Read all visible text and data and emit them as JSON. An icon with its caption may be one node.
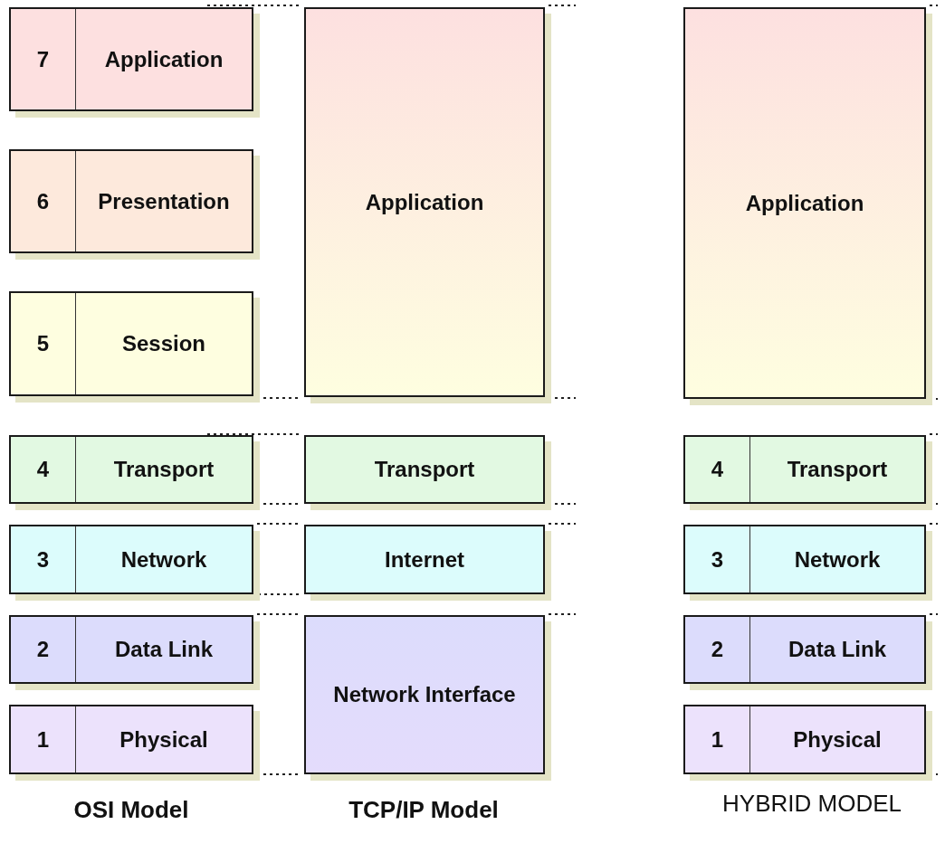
{
  "diagram": {
    "nodes": [
      {
        "text": [
          "7",
          "Application"
        ]
      },
      {
        "text": [
          "6",
          "Presentation"
        ]
      },
      {
        "text": [
          "5",
          "Session"
        ]
      },
      {
        "text": [
          "4",
          "Transport"
        ]
      },
      {
        "text": [
          "3",
          "Network"
        ]
      },
      {
        "text": [
          "2",
          "Data Link"
        ]
      },
      {
        "text": [
          "1",
          "Physical"
        ]
      },
      {
        "text": [
          "Application"
        ]
      },
      {
        "text": [
          "Transport"
        ]
      },
      {
        "text": [
          "Internet"
        ]
      },
      {
        "text": [
          "Network Interface"
        ]
      },
      {
        "text": [
          "Application"
        ]
      },
      {
        "text": [
          "4",
          "Transport"
        ]
      },
      {
        "text": [
          "3",
          "Network"
        ]
      },
      {
        "text": [
          "2",
          "Data Link"
        ]
      },
      {
        "text": [
          "1",
          "Physical"
        ]
      }
    ],
    "labels": [
      "OSI Model",
      "TCP/IP Model",
      "HYBRID MODEL"
    ]
  }
}
